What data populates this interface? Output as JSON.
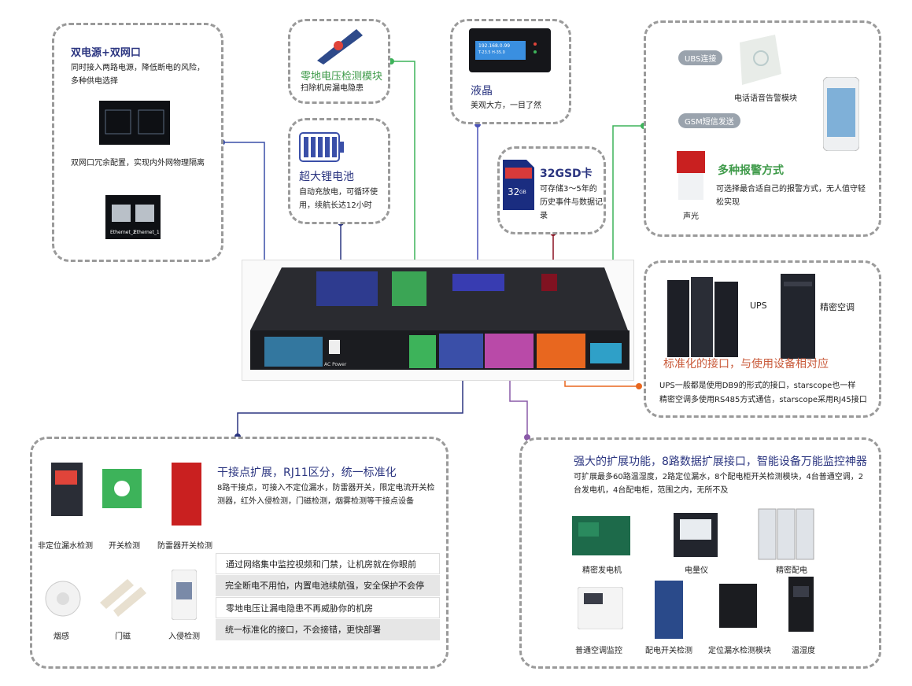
{
  "colors": {
    "blue_accent": "#3a4fa8",
    "green_accent": "#3db35a",
    "red_accent": "#e03a2a",
    "orange_accent": "#e8671f",
    "purple_accent": "#8a5aa8",
    "navy_accent": "#2b3580",
    "title_green": "#3e9a49"
  },
  "dual_power": {
    "title": "双电源+双网口",
    "desc": "同时接入两路电源，降低断电的风险，多种供电选择",
    "desc2": "双网口冗余配置，实现内外网物理隔离",
    "port_label_1": "Ethernet_2",
    "port_label_2": "Ethernet_1"
  },
  "zero_voltage": {
    "title": "零地电压检测模块",
    "desc": "扫除机房漏电隐患"
  },
  "battery": {
    "title": "超大锂电池",
    "desc": "自动充放电，可循环使用，续航长达12小时"
  },
  "lcd": {
    "title": "液晶",
    "desc": "美观大方，一目了然",
    "screen_line1": "192.168.0.99",
    "screen_line2": "T-23.5 H-35.0"
  },
  "sd": {
    "title": "32GSD卡",
    "desc": "可存储3～5年的历史事件与数据记录",
    "card_text": "32",
    "card_unit": "GB"
  },
  "alarm": {
    "ubs_label": "UBS连接",
    "gsm_label": "GSM短信发送",
    "phone_alarm_caption": "电话语音告警模块",
    "title": "多种报警方式",
    "desc": "可选择最合适自己的报警方式，无人值守轻松实现",
    "siren_caption": "声光"
  },
  "interface": {
    "ups_label": "UPS",
    "ac_label": "精密空调",
    "title": "标准化的接口，与使用设备相对应",
    "desc1": "UPS一般都是使用DB9的形式的接口，starscope也一样",
    "desc2": "精密空调多使用RS485方式通信，starscope采用RJ45接口"
  },
  "dry_contact": {
    "title": "干接点扩展，RJ11区分，统一标准化",
    "desc": "8路干接点，可接入不定位漏水，防雷器开关，限定电流开关检测器，红外入侵检测，门磁检测，烟雾检测等干接点设备",
    "cap_leak": "非定位漏水检测",
    "cap_switch": "开关检测",
    "cap_surge": "防雷器开关检测",
    "cap_smoke": "烟感",
    "cap_door": "门磁",
    "cap_intrusion": "入侵检测",
    "slogans": [
      "通过网络集中监控视频和门禁，让机房就在你眼前",
      "完全断电不用怕，内置电池续航强，安全保护不会停",
      "零地电压让漏电隐患不再威胁你的机房",
      "统一标准化的接口，不会接错，更快部署"
    ]
  },
  "expansion": {
    "title": "强大的扩展功能，8路数据扩展接口，智能设备万能监控神器",
    "desc": "可扩展最多60路温湿度，2路定位漏水，8个配电柜开关检测模块，4台普通空调，2台发电机，4台配电柜，范围之内，无所不及",
    "cap_generator": "精密发电机",
    "cap_meter": "电量仪",
    "cap_power": "精密配电",
    "cap_ac": "普通空调监控",
    "cap_pdu_switch": "配电开关检测",
    "cap_leak_locate": "定位漏水检测模块",
    "cap_temp": "温湿度"
  },
  "device": {
    "power_label": "AC Power"
  }
}
